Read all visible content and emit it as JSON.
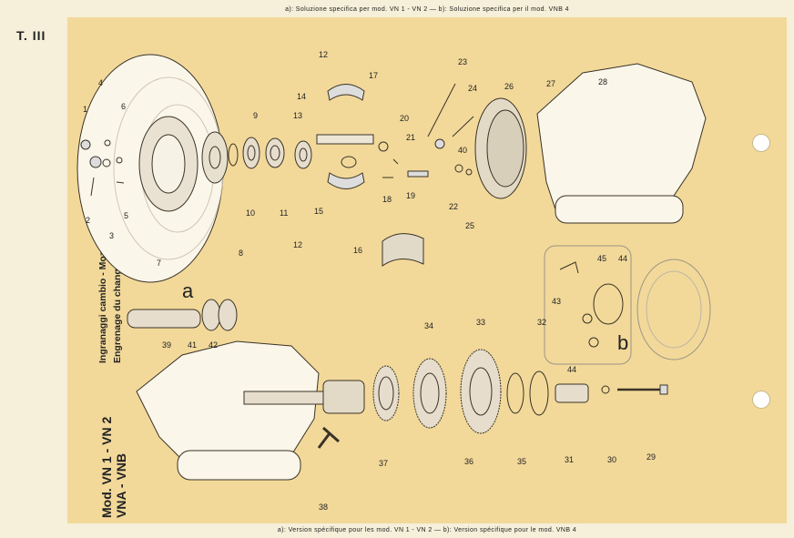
{
  "header": {
    "plate_id": "T. III",
    "top_caption": "a): Soluzione specifica per mod. VN 1 - VN 2 — b): Soluzione specifica per il mod. VNB 4",
    "bottom_caption": "a): Version spécifique pour les mod. VN 1 - VN 2 — b): Version spécifique pour le mod. VNB 4"
  },
  "side": {
    "model_line1": "Mod. VN 1 - VN 2",
    "model_line2": "VNA - VNB",
    "desc_it": "Ingranaggi cambio - Mozzo ruota posteriore",
    "desc_fr": "Engrenage du changement de vitesses - Moyeu roue AR."
  },
  "variant_labels": {
    "a": "a",
    "b": "b"
  },
  "part_numbers": [
    "1",
    "2",
    "3",
    "4",
    "5",
    "6",
    "7",
    "8",
    "9",
    "10",
    "11",
    "12",
    "12",
    "13",
    "14",
    "15",
    "16",
    "17",
    "18",
    "19",
    "20",
    "21",
    "22",
    "23",
    "24",
    "25",
    "26",
    "27",
    "28",
    "29",
    "30",
    "31",
    "32",
    "33",
    "34",
    "35",
    "36",
    "37",
    "38",
    "39",
    "40",
    "41",
    "42",
    "43",
    "44",
    "44",
    "45"
  ]
}
